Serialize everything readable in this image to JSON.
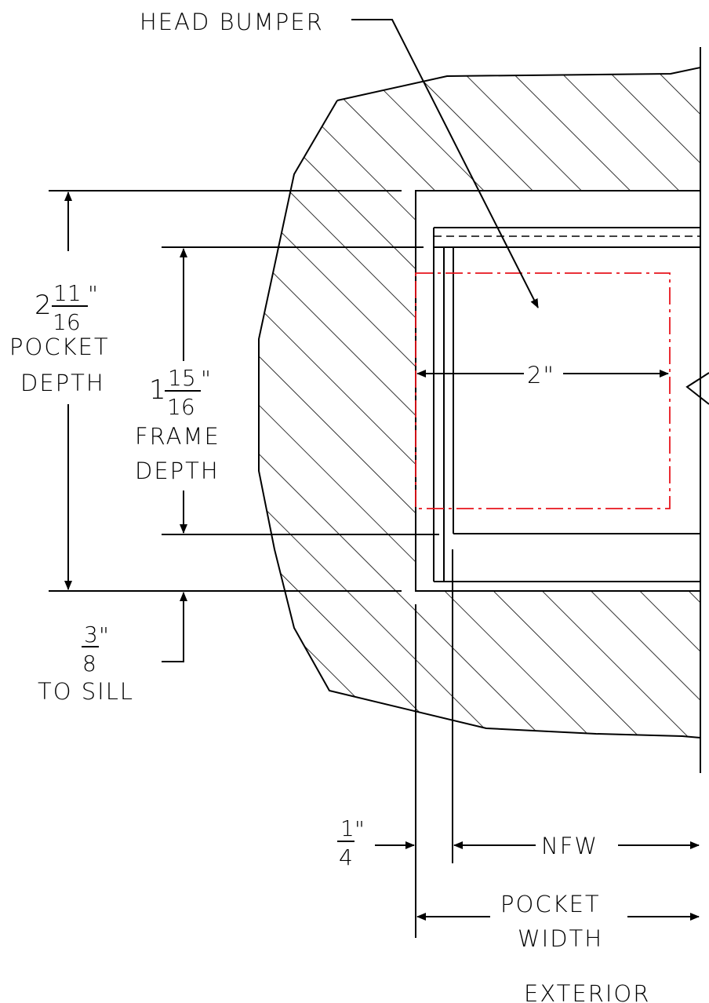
{
  "labels": {
    "head_bumper": "HEAD BUMPER",
    "pocket_depth": {
      "whole": "2",
      "num": "11",
      "den": "16",
      "inch": "\"",
      "line1": "POCKET",
      "line2": "DEPTH"
    },
    "frame_depth": {
      "whole": "1",
      "num": "15",
      "den": "16",
      "inch": "\"",
      "line1": "FRAME",
      "line2": "DEPTH"
    },
    "to_sill": {
      "num": "3",
      "den": "8",
      "inch": "\"",
      "line1": "TO SILL"
    },
    "quarter": {
      "num": "1",
      "den": "4",
      "inch": "\""
    },
    "two_inch": "2\"",
    "nfw": "NFW",
    "pocket_width": {
      "line1": "POCKET",
      "line2": "WIDTH"
    },
    "exterior": "EXTERIOR"
  },
  "colors": {
    "line": "#000000",
    "bumper_outline": "#e8141c",
    "background": "#ffffff"
  }
}
